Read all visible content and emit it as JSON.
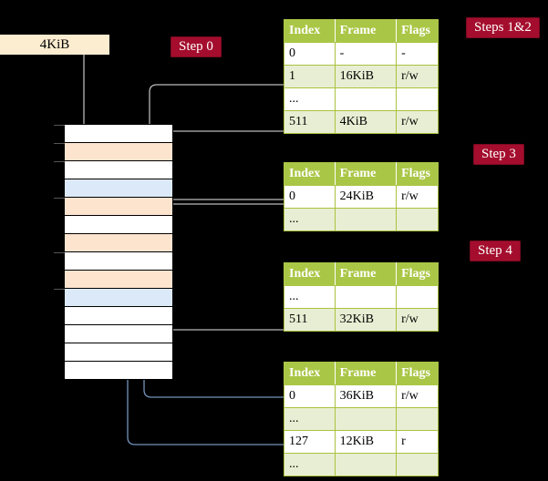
{
  "diagram": {
    "title_labels": {
      "size_label": "4KiB"
    },
    "steps": [
      {
        "name": "step-0",
        "label": "Step 0"
      },
      {
        "name": "steps-1-2",
        "label": "Steps 1&2"
      },
      {
        "name": "step-3",
        "label": "Step 3"
      },
      {
        "name": "step-4",
        "label": "Step 4"
      }
    ],
    "colors": {
      "badge_bg": "#a40d2d",
      "label_bg": "#fcecd0",
      "table_header_bg": "#aac646",
      "table_alt_row_bg": "#e8eed3",
      "table_highlight_bg": "#f7f7b5",
      "block_orange": "#fce4cf",
      "block_blue": "#dce9f8",
      "wire_grey": "#b8b8b8",
      "wire_blue": "#6f8fb5",
      "background": "#000000"
    },
    "columns": [
      "Index",
      "Frame",
      "Flags"
    ],
    "tables": [
      {
        "name": "page-table-level-0",
        "rows": [
          {
            "index": "0",
            "frame": "-",
            "flags": "-",
            "alt": false,
            "highlight": false
          },
          {
            "index": "1",
            "frame": "16KiB",
            "flags": "r/w",
            "alt": true,
            "highlight": false
          },
          {
            "index": "...",
            "frame": "",
            "flags": "",
            "alt": false,
            "highlight": false
          },
          {
            "index": "511",
            "frame": "4KiB",
            "flags": "r/w",
            "alt": true,
            "highlight": true
          }
        ]
      },
      {
        "name": "page-table-level-1",
        "rows": [
          {
            "index": "0",
            "frame": "24KiB",
            "flags": "r/w",
            "alt": false,
            "highlight": false
          },
          {
            "index": "...",
            "frame": "",
            "flags": "",
            "alt": true,
            "highlight": false
          }
        ]
      },
      {
        "name": "page-table-level-2",
        "rows": [
          {
            "index": "...",
            "frame": "",
            "flags": "",
            "alt": false,
            "highlight": false
          },
          {
            "index": "511",
            "frame": "32KiB",
            "flags": "r/w",
            "alt": true,
            "highlight": false
          }
        ]
      },
      {
        "name": "page-table-level-3",
        "rows": [
          {
            "index": "0",
            "frame": "36KiB",
            "flags": "r/w",
            "alt": false,
            "highlight": false
          },
          {
            "index": "...",
            "frame": "",
            "flags": "",
            "alt": true,
            "highlight": false
          },
          {
            "index": "127",
            "frame": "12KiB",
            "flags": "r",
            "alt": false,
            "highlight": false
          },
          {
            "index": "...",
            "frame": "",
            "flags": "",
            "alt": true,
            "highlight": false
          }
        ]
      }
    ],
    "memory_blocks": [
      {
        "name": "mem-row-0",
        "fill": "white"
      },
      {
        "name": "mem-row-1",
        "fill": "orange"
      },
      {
        "name": "mem-row-2",
        "fill": "white"
      },
      {
        "name": "mem-row-3",
        "fill": "blue"
      },
      {
        "name": "mem-row-4",
        "fill": "orange"
      },
      {
        "name": "mem-row-5",
        "fill": "white"
      },
      {
        "name": "mem-row-6",
        "fill": "orange"
      },
      {
        "name": "mem-row-7",
        "fill": "white"
      },
      {
        "name": "mem-row-8",
        "fill": "orange"
      },
      {
        "name": "mem-row-9",
        "fill": "blue"
      },
      {
        "name": "mem-row-10",
        "fill": "white"
      },
      {
        "name": "mem-row-11",
        "fill": "white"
      },
      {
        "name": "mem-row-12",
        "fill": "white"
      },
      {
        "name": "mem-row-13",
        "fill": "white"
      }
    ]
  }
}
